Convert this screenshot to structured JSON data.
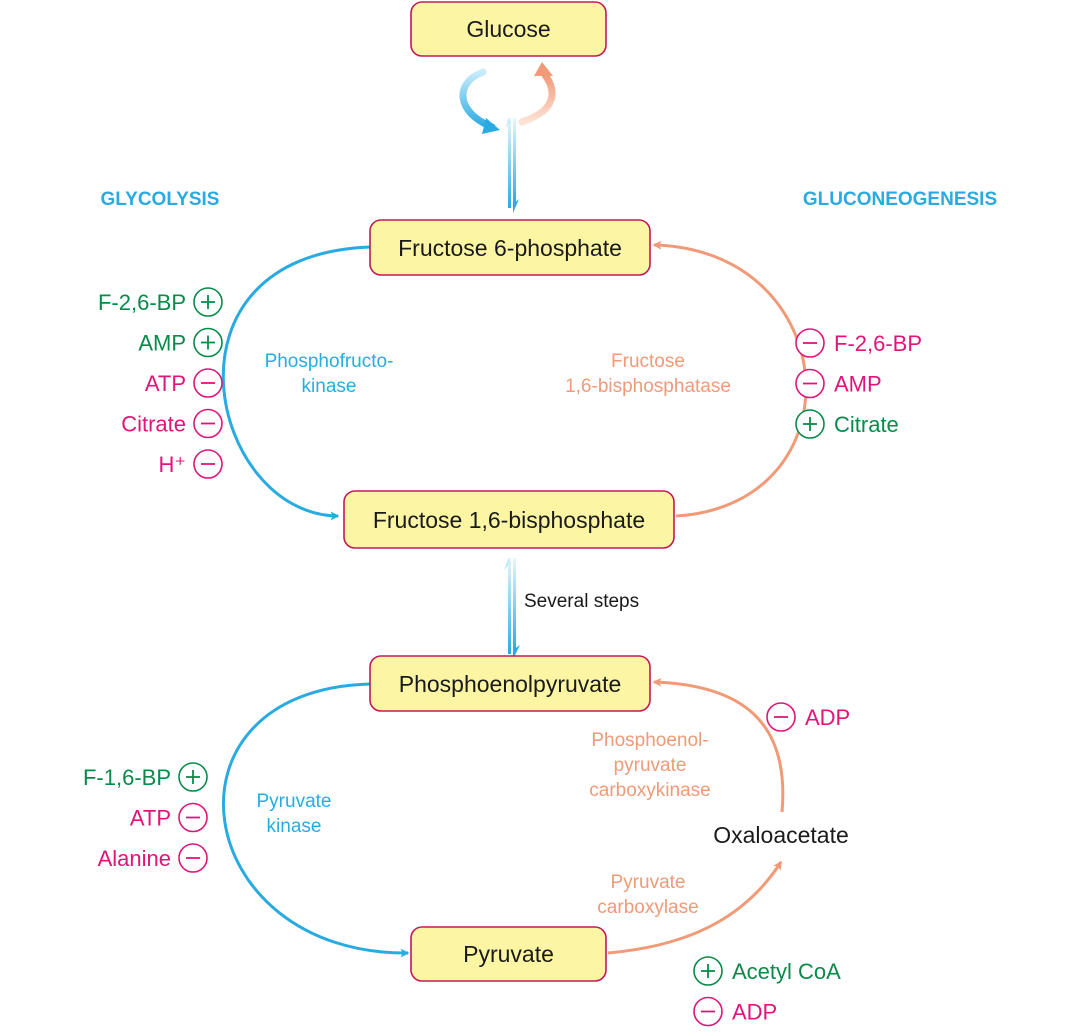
{
  "colors": {
    "glycolysis": "#29abe2",
    "gluconeogenesis": "#f09a78",
    "node_fill": "#fcf6a4",
    "node_border": "#c2185b",
    "activator": "#0a8a4a",
    "inhibitor": "#e0157a"
  },
  "headers": {
    "glycolysis": "GLYCOLYSIS",
    "gluconeogenesis": "GLUCONEOGENESIS"
  },
  "nodes": {
    "glucose": "Glucose",
    "f6p": "Fructose 6-phosphate",
    "f16bp": "Fructose 1,6-bisphosphate",
    "pep": "Phosphoenolpyruvate",
    "pyruvate": "Pyruvate",
    "oxaloacetate": "Oxaloacetate"
  },
  "steps_label": "Several steps",
  "enzymes": {
    "pfk": [
      "Phosphofructo-",
      "kinase"
    ],
    "fbpase": [
      "Fructose",
      "1,6-bisphosphatase"
    ],
    "pk": [
      "Pyruvate",
      "kinase"
    ],
    "pepck": [
      "Phosphoenol-",
      "pyruvate",
      "carboxykinase"
    ],
    "pc": [
      "Pyruvate",
      "carboxylase"
    ]
  },
  "regulators": {
    "pfk": [
      {
        "label": "F-2,6-BP",
        "effect": "+"
      },
      {
        "label": "AMP",
        "effect": "+"
      },
      {
        "label": "ATP",
        "effect": "−"
      },
      {
        "label": "Citrate",
        "effect": "−"
      },
      {
        "label": "H⁺",
        "effect": "−"
      }
    ],
    "fbpase": [
      {
        "label": "F-2,6-BP",
        "effect": "−"
      },
      {
        "label": "AMP",
        "effect": "−"
      },
      {
        "label": "Citrate",
        "effect": "+"
      }
    ],
    "pk": [
      {
        "label": "F-1,6-BP",
        "effect": "+"
      },
      {
        "label": "ATP",
        "effect": "−"
      },
      {
        "label": "Alanine",
        "effect": "−"
      }
    ],
    "pepck": [
      {
        "label": "ADP",
        "effect": "−"
      }
    ],
    "pc": [
      {
        "label": "Acetyl CoA",
        "effect": "+"
      },
      {
        "label": "ADP",
        "effect": "−"
      }
    ]
  }
}
